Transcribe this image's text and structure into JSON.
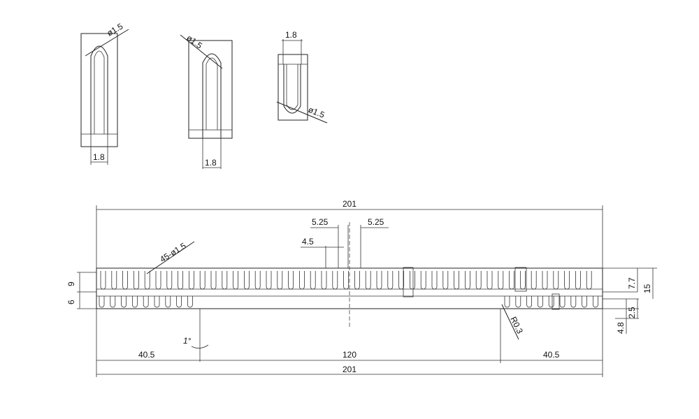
{
  "details": [
    {
      "width_label": "1.8",
      "diameter_label": "ø1.5"
    },
    {
      "width_label": "1.8",
      "diameter_label": "ø1.5"
    },
    {
      "width_label": "1.8",
      "diameter_label": "ø1.5"
    }
  ],
  "rack": {
    "overall_top": "201",
    "overall_bottom": "201",
    "pitch_left": "5.25",
    "pitch_right": "5.25",
    "tooth_width": "4.5",
    "hole_callout": "45-ø1.5",
    "height_upper": "9",
    "height_lower": "6",
    "right_7_7": "7.7",
    "right_15": "15",
    "right_2_5": "2.5",
    "right_4_8": "4.8",
    "radius": "R0.3",
    "angle": "1°",
    "seg_left": "40.5",
    "seg_mid": "120",
    "seg_right": "40.5"
  }
}
